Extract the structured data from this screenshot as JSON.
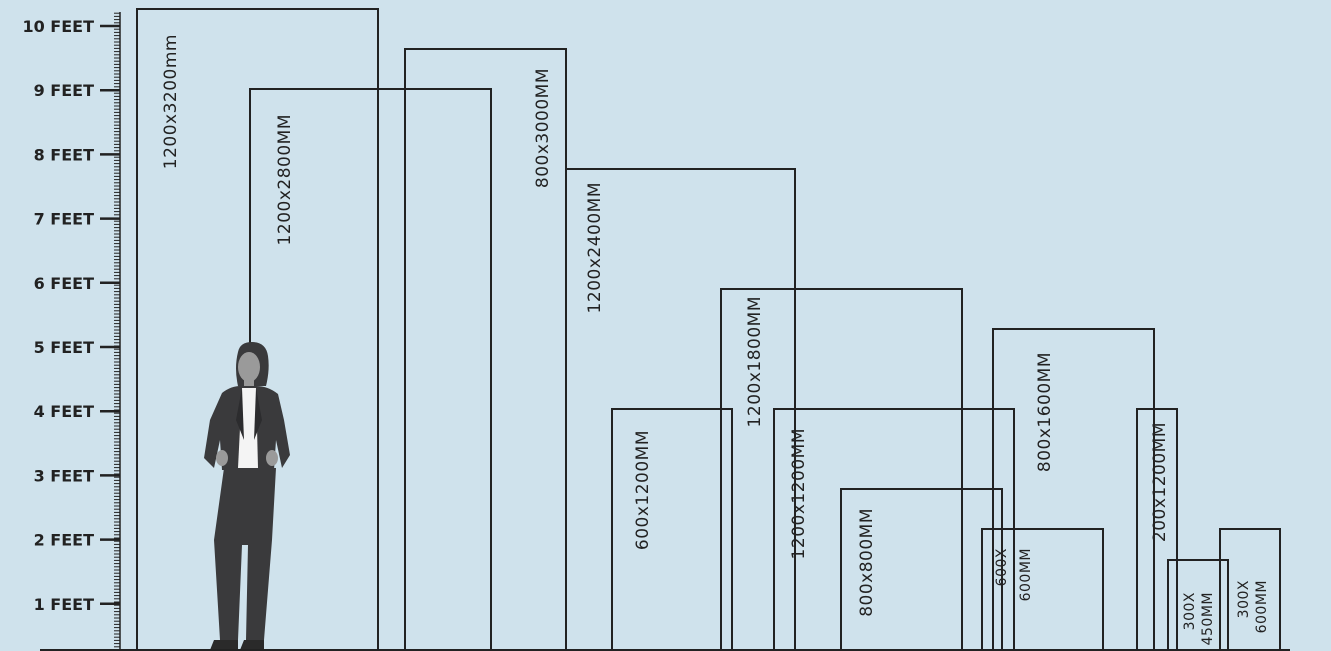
{
  "scale": {
    "labels": [
      "1 FEET",
      "2 FEET",
      "3 FEET",
      "4 FEET",
      "5 FEET",
      "6 FEET",
      "7 FEET",
      "8 FEET",
      "9 FEET",
      "10 FEET"
    ]
  },
  "colors": {
    "background": "#cfe2ec",
    "ink": "#222222",
    "figure_dark": "#3a3a3c",
    "figure_face": "#9a9a9a",
    "shirt": "#f4f4f4"
  },
  "panels": [
    {
      "id": "p1200x3200",
      "label": "1200x3200mm",
      "lines": [
        "1200x3200mm"
      ]
    },
    {
      "id": "p1200x2800",
      "label": "1200x2800MM",
      "lines": [
        "1200x2800MM"
      ]
    },
    {
      "id": "p800x3000",
      "label": "800x3000MM",
      "lines": [
        "800x3000MM"
      ]
    },
    {
      "id": "p1200x2400",
      "label": "1200x2400MM",
      "lines": [
        "1200x2400MM"
      ]
    },
    {
      "id": "p1200x1800",
      "label": "1200x1800MM",
      "lines": [
        "1200x1800MM"
      ]
    },
    {
      "id": "p800x1600",
      "label": "800x1600MM",
      "lines": [
        "800x1600MM"
      ]
    },
    {
      "id": "p600x1200",
      "label": "600x1200MM",
      "lines": [
        "600x1200MM"
      ]
    },
    {
      "id": "p1200x1200",
      "label": "1200x1200MM",
      "lines": [
        "1200x1200MM"
      ]
    },
    {
      "id": "p200x1200",
      "label": "200x1200MM",
      "lines": [
        "200x1200MM"
      ]
    },
    {
      "id": "p800x800",
      "label": "800x800MM",
      "lines": [
        "800x800MM"
      ]
    },
    {
      "id": "p600x600",
      "label": "600X 600MM",
      "lines": [
        "600X",
        "600MM"
      ]
    },
    {
      "id": "p300x600",
      "label": "300X 600MM",
      "lines": [
        "300X",
        "600MM"
      ]
    },
    {
      "id": "p300x450",
      "label": "300X 450MM",
      "lines": [
        "300X",
        "450MM"
      ]
    }
  ],
  "figure": {
    "icon": "woman-silhouette-icon"
  }
}
